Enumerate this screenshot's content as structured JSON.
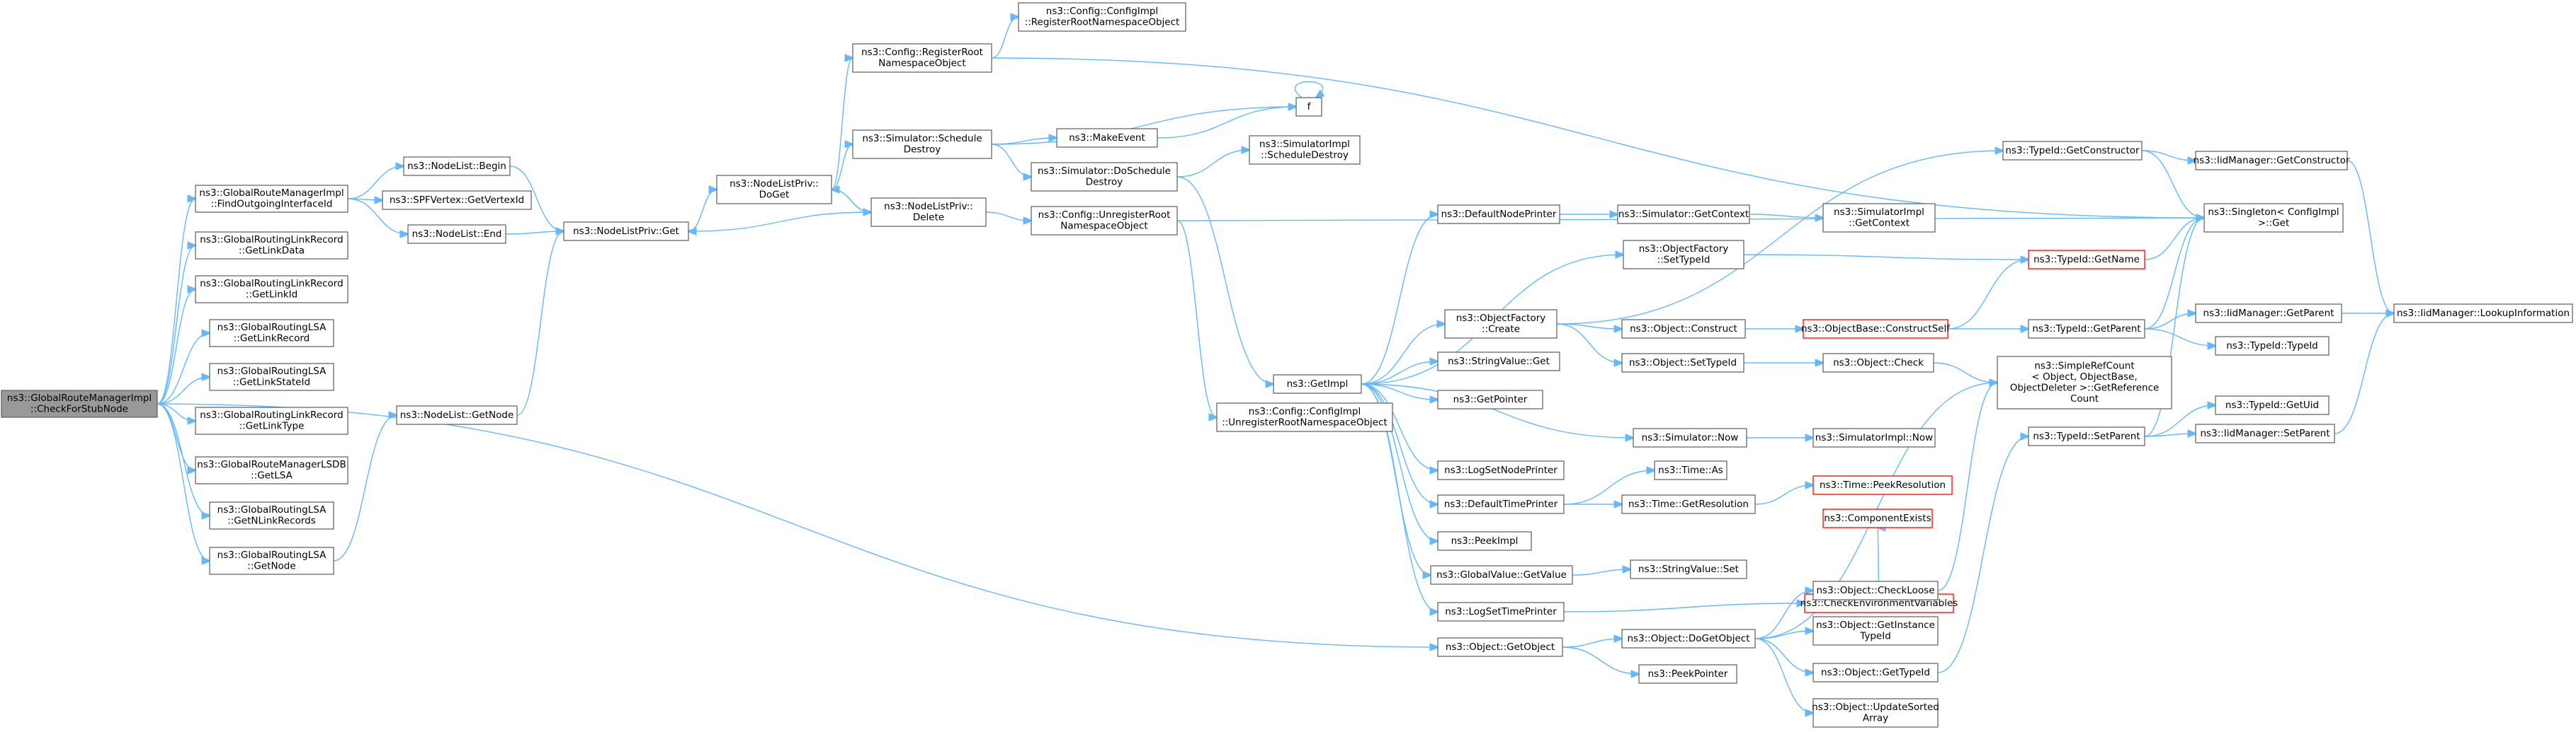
{
  "colors": {
    "edge": "#63b8ff",
    "node_border": "#666666",
    "root_fill": "#999999",
    "highlight_border": "#ff0000",
    "background": "#ffffff"
  },
  "nodes": [
    {
      "id": "root",
      "lines": [
        "ns3::GlobalRouteManagerImpl",
        "::CheckForStubNode"
      ],
      "style": "root"
    },
    {
      "id": "findout",
      "lines": [
        "ns3::GlobalRouteManagerImpl",
        "::FindOutgoingInterfaceId"
      ]
    },
    {
      "id": "glrgetlinkdata",
      "lines": [
        "ns3::GlobalRoutingLinkRecord",
        "::GetLinkData"
      ]
    },
    {
      "id": "glrgetlinkid",
      "lines": [
        "ns3::GlobalRoutingLinkRecord",
        "::GetLinkId"
      ]
    },
    {
      "id": "glsagetlinkrecord",
      "lines": [
        "ns3::GlobalRoutingLSA",
        "::GetLinkRecord"
      ]
    },
    {
      "id": "glsagetlinkstateid",
      "lines": [
        "ns3::GlobalRoutingLSA",
        "::GetLinkStateId"
      ]
    },
    {
      "id": "glrgetlinktype",
      "lines": [
        "ns3::GlobalRoutingLinkRecord",
        "::GetLinkType"
      ]
    },
    {
      "id": "lsdbgetlsa",
      "lines": [
        "ns3::GlobalRouteManagerLSDB",
        "::GetLSA"
      ]
    },
    {
      "id": "glsagetnlinkrecords",
      "lines": [
        "ns3::GlobalRoutingLSA",
        "::GetNLinkRecords"
      ]
    },
    {
      "id": "glsagetnode",
      "lines": [
        "ns3::GlobalRoutingLSA",
        "::GetNode"
      ]
    },
    {
      "id": "nodelistbegin",
      "lines": [
        "ns3::NodeList::Begin"
      ]
    },
    {
      "id": "spfgetvertexid",
      "lines": [
        "ns3::SPFVertex::GetVertexId"
      ]
    },
    {
      "id": "nodelistend",
      "lines": [
        "ns3::NodeList::End"
      ]
    },
    {
      "id": "nodelistgetnode",
      "lines": [
        "ns3::NodeList::GetNode"
      ]
    },
    {
      "id": "nlpget",
      "lines": [
        "ns3::NodeListPriv::Get"
      ]
    },
    {
      "id": "nlpdoget",
      "lines": [
        "ns3::NodeListPriv::",
        "DoGet"
      ]
    },
    {
      "id": "nlpdelete",
      "lines": [
        "ns3::NodeListPriv::",
        "Delete"
      ]
    },
    {
      "id": "cfgregroot",
      "lines": [
        "ns3::Config::RegisterRoot",
        "NamespaceObject"
      ]
    },
    {
      "id": "cfgimplreg",
      "lines": [
        "ns3::Config::ConfigImpl",
        "::RegisterRootNamespaceObject"
      ]
    },
    {
      "id": "simschedule",
      "lines": [
        "ns3::Simulator::Schedule",
        "Destroy"
      ]
    },
    {
      "id": "makeevent",
      "lines": [
        "ns3::MakeEvent"
      ]
    },
    {
      "id": "f",
      "lines": [
        "f"
      ]
    },
    {
      "id": "simdoschedule",
      "lines": [
        "ns3::Simulator::DoSchedule",
        "Destroy"
      ]
    },
    {
      "id": "simimplschedule",
      "lines": [
        "ns3::SimulatorImpl",
        "::ScheduleDestroy"
      ]
    },
    {
      "id": "cfgunreg",
      "lines": [
        "ns3::Config::UnregisterRoot",
        "NamespaceObject"
      ]
    },
    {
      "id": "cfgimplunreg",
      "lines": [
        "ns3::Config::ConfigImpl",
        "::UnregisterRootNamespaceObject"
      ]
    },
    {
      "id": "getimpl",
      "lines": [
        "ns3::GetImpl"
      ]
    },
    {
      "id": "defnodeprinter",
      "lines": [
        "ns3::DefaultNodePrinter"
      ]
    },
    {
      "id": "simgetcontext",
      "lines": [
        "ns3::Simulator::GetContext"
      ]
    },
    {
      "id": "simimplgetcontext",
      "lines": [
        "ns3::SimulatorImpl",
        "::GetContext"
      ]
    },
    {
      "id": "ofsettypeid",
      "lines": [
        "ns3::ObjectFactory",
        "::SetTypeId"
      ]
    },
    {
      "id": "ofcreate",
      "lines": [
        "ns3::ObjectFactory",
        "::Create"
      ]
    },
    {
      "id": "stringvalueget",
      "lines": [
        "ns3::StringValue::Get"
      ]
    },
    {
      "id": "getpointer",
      "lines": [
        "ns3::GetPointer"
      ]
    },
    {
      "id": "objconstruct",
      "lines": [
        "ns3::Object::Construct"
      ]
    },
    {
      "id": "objbaseconstructself",
      "lines": [
        "ns3::ObjectBase::ConstructSelf"
      ],
      "style": "red"
    },
    {
      "id": "objsettypeid",
      "lines": [
        "ns3::Object::SetTypeId"
      ]
    },
    {
      "id": "objcheck",
      "lines": [
        "ns3::Object::Check"
      ]
    },
    {
      "id": "simnow",
      "lines": [
        "ns3::Simulator::Now"
      ]
    },
    {
      "id": "simimplnow",
      "lines": [
        "ns3::SimulatorImpl::Now"
      ]
    },
    {
      "id": "logsetnodeprinter",
      "lines": [
        "ns3::LogSetNodePrinter"
      ]
    },
    {
      "id": "timeas",
      "lines": [
        "ns3::Time::As"
      ]
    },
    {
      "id": "deftimeprinter",
      "lines": [
        "ns3::DefaultTimePrinter"
      ]
    },
    {
      "id": "timegetres",
      "lines": [
        "ns3::Time::GetResolution"
      ]
    },
    {
      "id": "timepeekres",
      "lines": [
        "ns3::Time::PeekResolution"
      ],
      "style": "red"
    },
    {
      "id": "peekimpl",
      "lines": [
        "ns3::PeekImpl"
      ]
    },
    {
      "id": "compexists",
      "lines": [
        "ns3::ComponentExists"
      ],
      "style": "red"
    },
    {
      "id": "gvgetvalue",
      "lines": [
        "ns3::GlobalValue::GetValue"
      ]
    },
    {
      "id": "stringvalueset",
      "lines": [
        "ns3::StringValue::Set"
      ]
    },
    {
      "id": "logsettimeprinter",
      "lines": [
        "ns3::LogSetTimePrinter"
      ]
    },
    {
      "id": "checkenv",
      "lines": [
        "ns3::CheckEnvironmentVariables"
      ],
      "style": "red"
    },
    {
      "id": "objgetobject",
      "lines": [
        "ns3::Object::GetObject"
      ]
    },
    {
      "id": "objdogetobject",
      "lines": [
        "ns3::Object::DoGetObject"
      ]
    },
    {
      "id": "peekpointer",
      "lines": [
        "ns3::PeekPointer"
      ]
    },
    {
      "id": "objcheckloose",
      "lines": [
        "ns3::Object::CheckLoose"
      ]
    },
    {
      "id": "objgetinstance",
      "lines": [
        "ns3::Object::GetInstance",
        "TypeId"
      ]
    },
    {
      "id": "objgettypeid",
      "lines": [
        "ns3::Object::GetTypeId"
      ]
    },
    {
      "id": "objupdatesorted",
      "lines": [
        "ns3::Object::UpdateSorted",
        "Array"
      ]
    },
    {
      "id": "typeidgetconstructor",
      "lines": [
        "ns3::TypeId::GetConstructor"
      ]
    },
    {
      "id": "iidgetconstructor",
      "lines": [
        "ns3::IidManager::GetConstructor"
      ]
    },
    {
      "id": "singletonget",
      "lines": [
        "ns3::Singleton< ConfigImpl",
        " >::Get"
      ]
    },
    {
      "id": "typeidgetname",
      "lines": [
        "ns3::TypeId::GetName"
      ],
      "style": "red"
    },
    {
      "id": "typeidgetparent",
      "lines": [
        "ns3::TypeId::GetParent"
      ]
    },
    {
      "id": "iidgetparent",
      "lines": [
        "ns3::IidManager::GetParent"
      ]
    },
    {
      "id": "iidlookup",
      "lines": [
        "ns3::IidManager::LookupInformation"
      ]
    },
    {
      "id": "typeidtypeid",
      "lines": [
        "ns3::TypeId::TypeId"
      ]
    },
    {
      "id": "simplerefcount",
      "lines": [
        "ns3::SimpleRefCount",
        "< Object, ObjectBase,",
        " ObjectDeleter >::GetReference",
        "Count"
      ]
    },
    {
      "id": "typeidsetparent",
      "lines": [
        "ns3::TypeId::SetParent"
      ]
    },
    {
      "id": "typeidgetuid",
      "lines": [
        "ns3::TypeId::GetUid"
      ]
    },
    {
      "id": "iidsetparent",
      "lines": [
        "ns3::IidManager::SetParent"
      ]
    }
  ]
}
